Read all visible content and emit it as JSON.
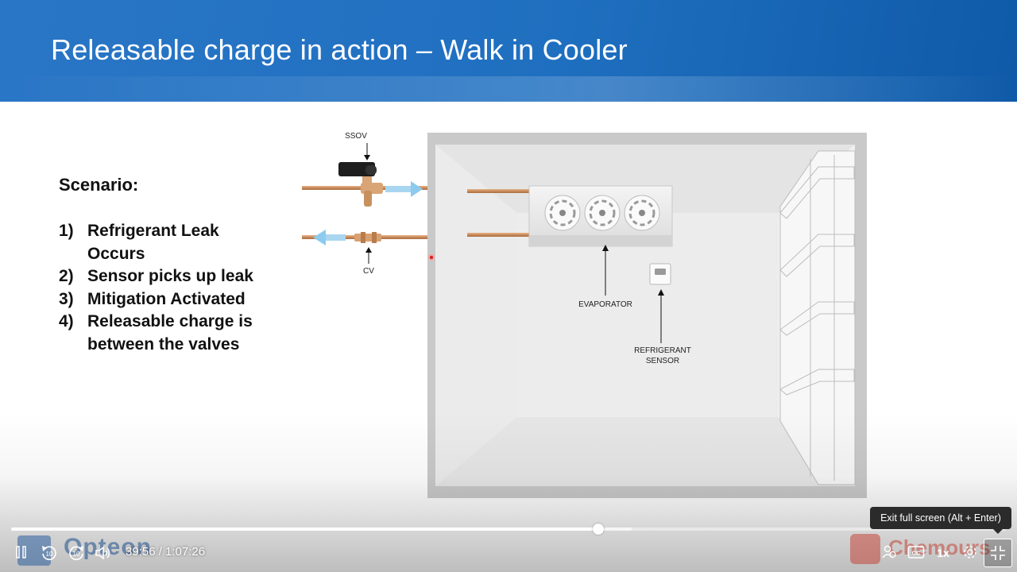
{
  "slide": {
    "title": "Releasable charge in action – Walk in Cooler",
    "scenario_heading": "Scenario:",
    "steps": [
      {
        "num": "1)",
        "text": "Refrigerant Leak Occurs"
      },
      {
        "num": "2)",
        "text": "Sensor picks up leak"
      },
      {
        "num": "3)",
        "text": "Mitigation Activated"
      },
      {
        "num": "4)",
        "text": "Releasable charge is between the valves"
      }
    ],
    "diagram_labels": {
      "ssov": "SSOV",
      "cv": "CV",
      "evaporator": "EVAPORATOR",
      "sensor_line1": "REFRIGERANT",
      "sensor_line2": "SENSOR"
    }
  },
  "player": {
    "time_display": "39:56 / 1:07:26",
    "progress_played_fraction": 0.59,
    "progress_buffered_fraction": 0.624,
    "speed_label": "1x",
    "tooltip": "Exit full screen (Alt + Enter)",
    "brand_left": "Opteon",
    "brand_right": "Chemours",
    "icons": [
      "pause-icon",
      "rewind-10-icon",
      "forward-10-icon",
      "volume-icon",
      "people-icon",
      "captions-icon",
      "settings-icon",
      "exit-fullscreen-icon"
    ]
  }
}
